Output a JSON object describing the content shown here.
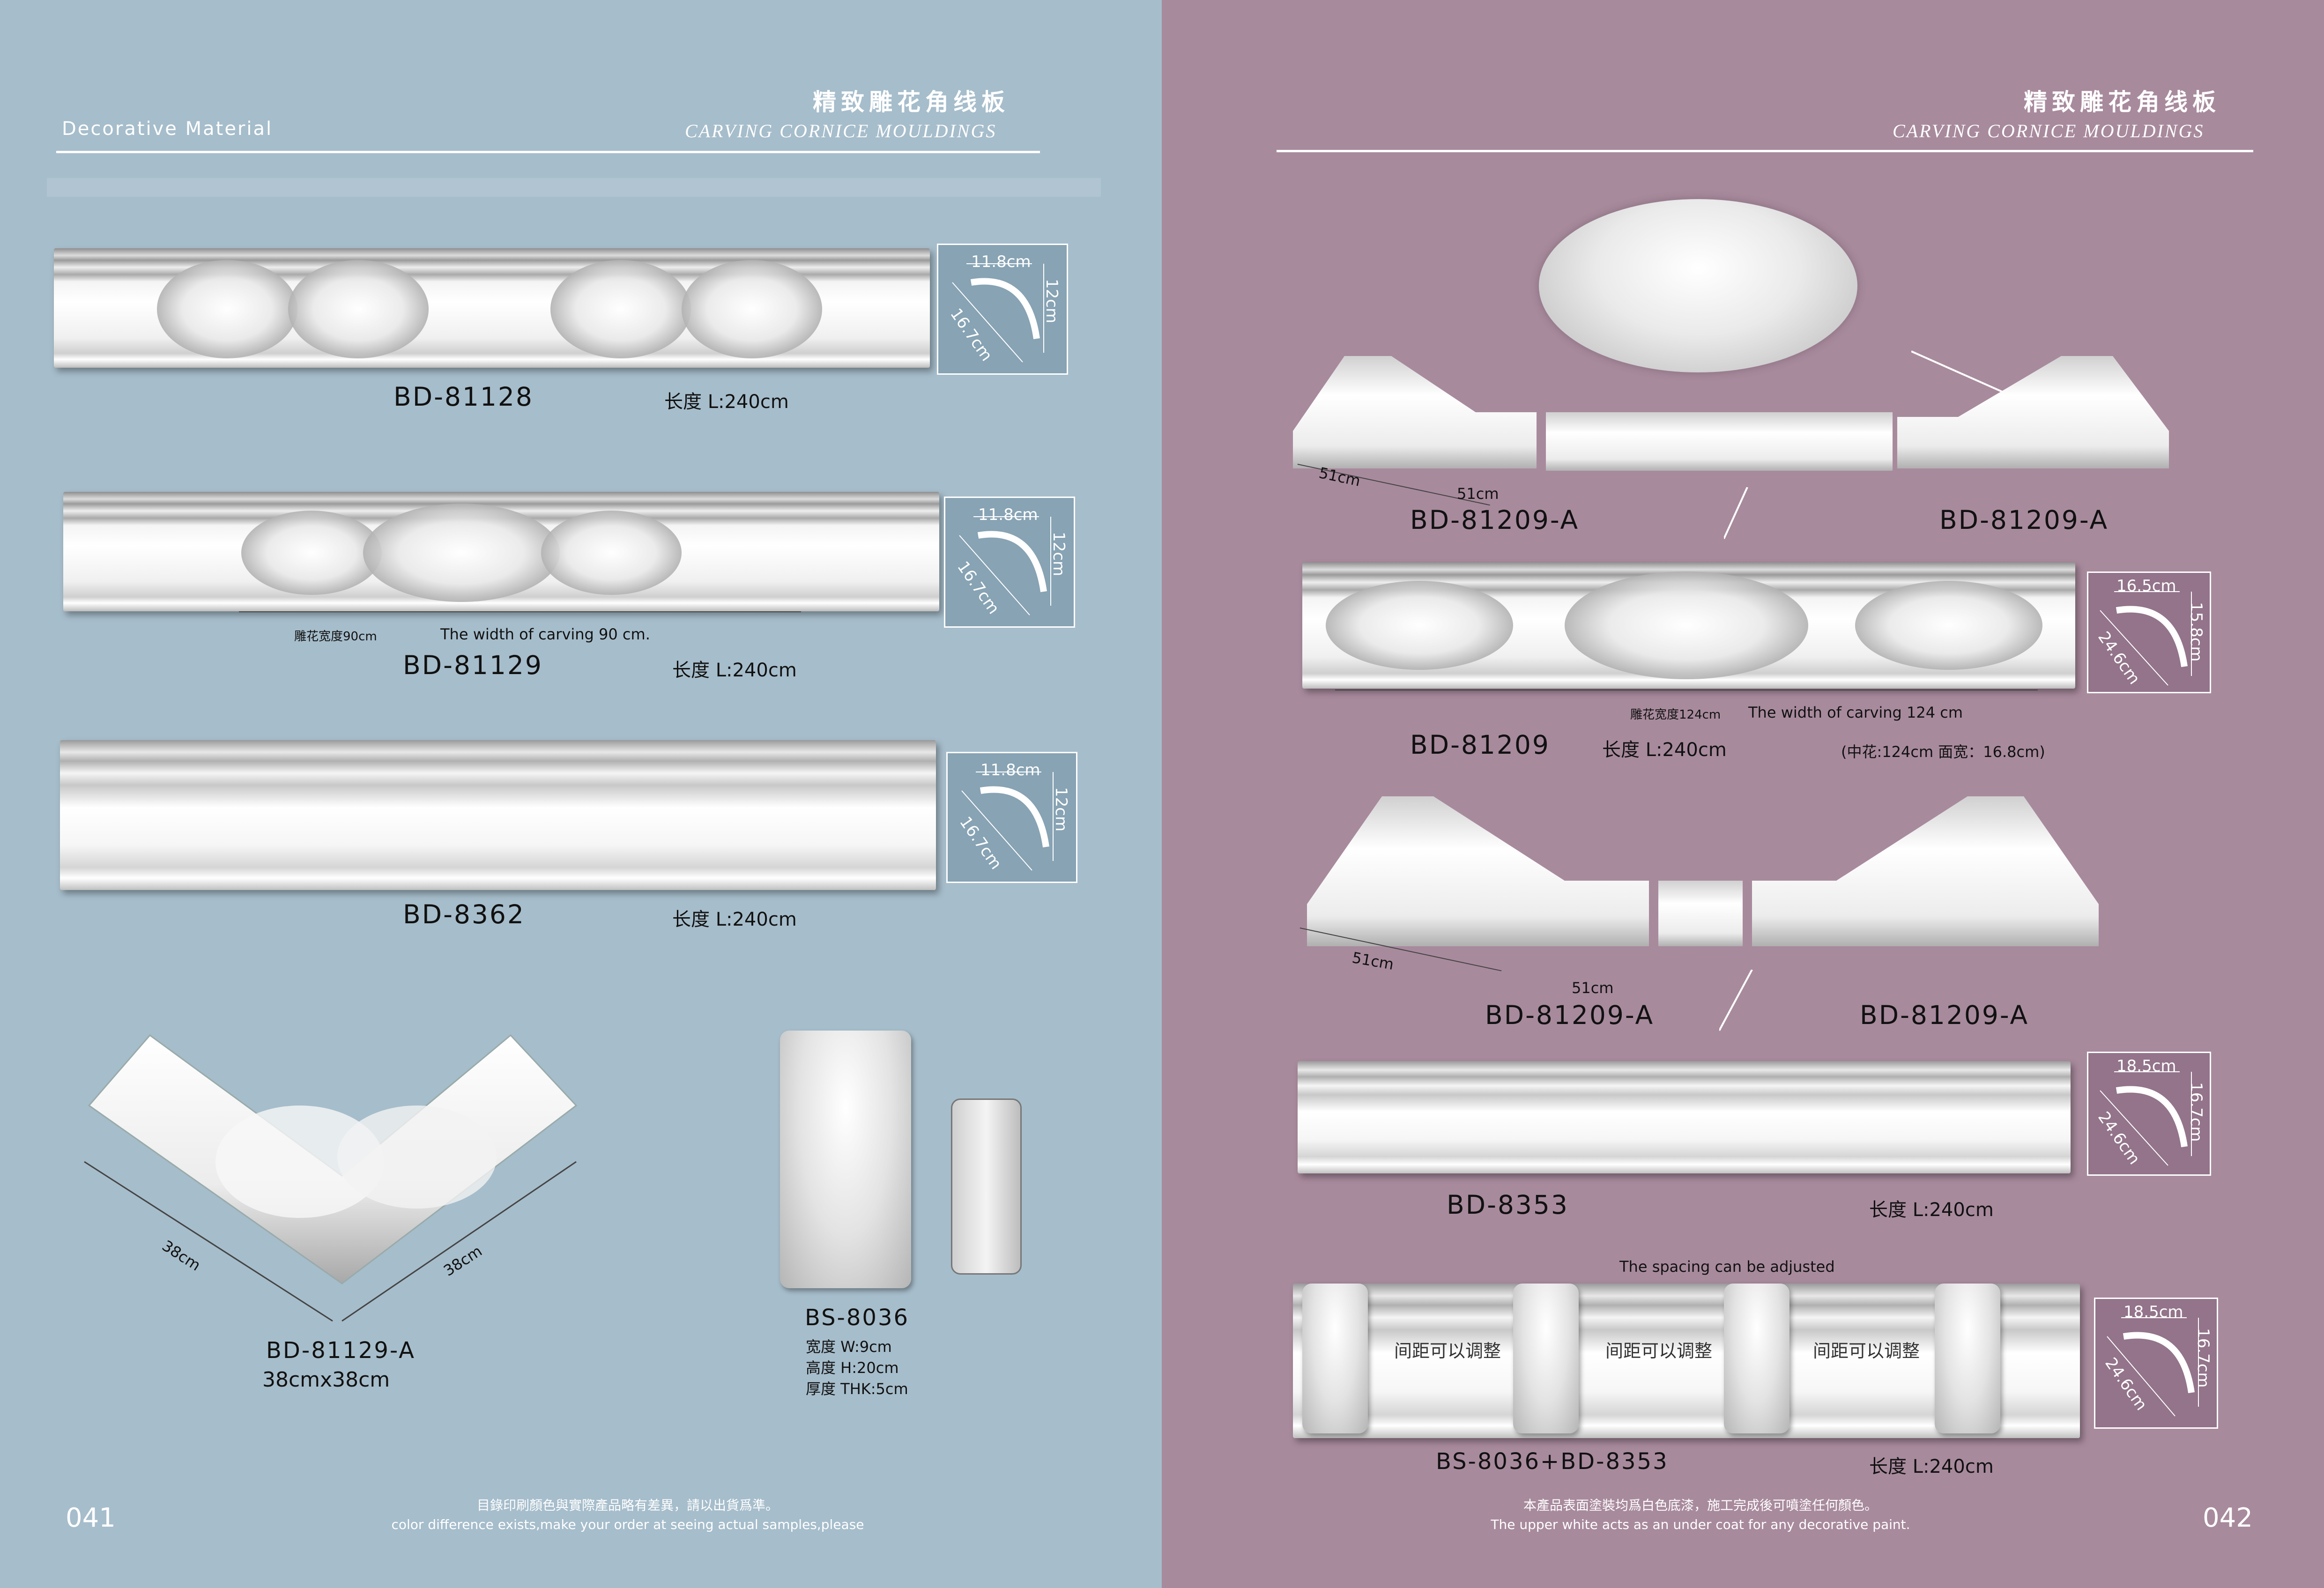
{
  "left_page": {
    "brand": "Decorative Material",
    "title_cn": "精致雕花角线板",
    "title_en": "CARVING CORNICE MOULDINGS",
    "page_number": "041",
    "footer_cn": "目錄印刷顏色與實際產品略有差異，請以出貨爲準。",
    "footer_en": "color difference exists,make your order at seeing actual samples,please",
    "products": [
      {
        "code": "BD-81128",
        "length": "长度 L:240cm",
        "profile": {
          "top": "11.8cm",
          "side": "12cm",
          "diag": "16.7cm"
        }
      },
      {
        "code": "BD-81129",
        "length": "长度 L:240cm",
        "carving_cn": "雕花宽度90cm",
        "carving_en": "The width of carving 90 cm.",
        "profile": {
          "top": "11.8cm",
          "side": "12cm",
          "diag": "16.7cm"
        }
      },
      {
        "code": "BD-8362",
        "length": "长度 L:240cm",
        "profile": {
          "top": "11.8cm",
          "side": "12cm",
          "diag": "16.7cm"
        }
      }
    ],
    "corner": {
      "code": "BD-81129-A",
      "size": "38cmx38cm",
      "dim_a": "38cm",
      "dim_b": "38cm"
    },
    "bracket": {
      "code": "BS-8036",
      "width": "宽度 W:9cm",
      "height": "高度 H:20cm",
      "thickness": "厚度 THK:5cm"
    }
  },
  "right_page": {
    "title_cn": "精致雕花角线板",
    "title_en": "CARVING CORNICE MOULDINGS",
    "page_number": "042",
    "footer_cn": "本產品表面塗裝均爲白色底漆，施工完成後可噴塗任何顏色。",
    "footer_en": "The upper white acts as an under coat for any decorative paint.",
    "set1": {
      "label_left": "BD-81209-A",
      "label_right": "BD-81209-A",
      "dim_a": "51cm",
      "dim_b": "51cm"
    },
    "main": {
      "code": "BD-81209",
      "length": "长度 L:240cm",
      "carving_cn": "雕花宽度124cm",
      "carving_en": "The width of carving 124 cm",
      "note": "(中花:124cm 面宽：16.8cm)",
      "profile": {
        "top": "16.5cm",
        "side": "15.8cm",
        "diag": "24.6cm"
      }
    },
    "set2": {
      "label_left": "BD-81209-A",
      "label_right": "BD-81209-A",
      "dim_a": "51cm",
      "dim_b": "51cm"
    },
    "plain": {
      "code": "BD-8353",
      "length": "长度 L:240cm",
      "profile": {
        "top": "18.5cm",
        "side": "16.7cm",
        "diag": "24.6cm"
      }
    },
    "combo": {
      "code": "BS-8036+BD-8353",
      "length": "长度 L:240cm",
      "note": "The spacing can be adjusted",
      "gap_label": "间距可以调整",
      "profile": {
        "top": "18.5cm",
        "side": "16.7cm",
        "diag": "24.6cm"
      }
    }
  }
}
